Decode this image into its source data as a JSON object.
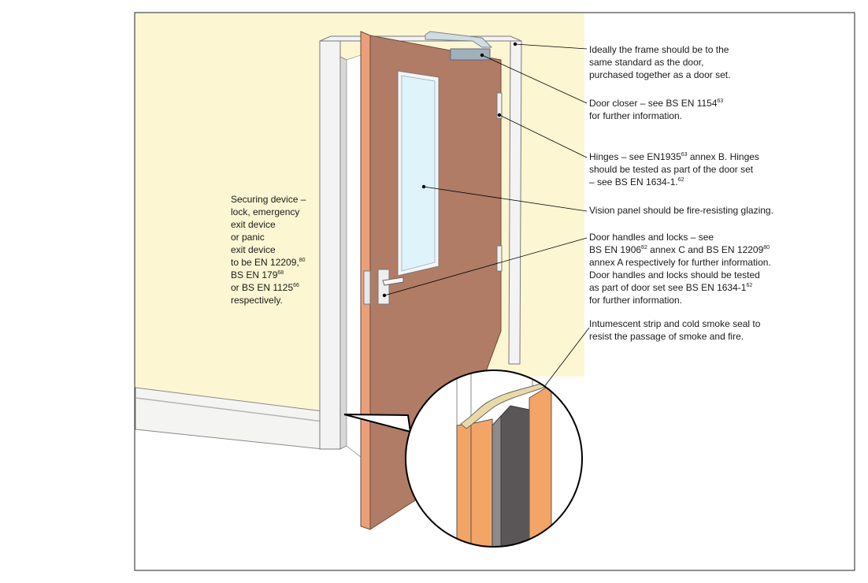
{
  "colors": {
    "wall": "#fdf6d2",
    "door": "#b07c66",
    "door_edge": "#f2a567",
    "frame": "#f3f3f3",
    "seal": "#5a5657",
    "glazing": "#dff3fb",
    "intumescent_strip": "#e8d9a6",
    "leader_line": "#000000"
  },
  "labels": {
    "frame": {
      "lines": [
        {
          "text": "Ideally the frame should be to the"
        },
        {
          "text": "same standard as the door,"
        },
        {
          "text": "purchased together as a door set."
        }
      ]
    },
    "closer": {
      "lines": [
        {
          "text": "Door closer – see BS EN 1154",
          "sup": "63"
        },
        {
          "text": "for further information."
        }
      ]
    },
    "hinges": {
      "lines": [
        {
          "text": "Hinges – see EN1935",
          "sup": "63",
          "tail": " annex B. Hinges"
        },
        {
          "text": "should be tested as part of the door set"
        },
        {
          "text": "– see BS EN 1634-1.",
          "sup": "62"
        }
      ]
    },
    "vision": {
      "lines": [
        {
          "text": "Vision panel should be fire-resisting glazing."
        }
      ]
    },
    "handles": {
      "lines": [
        {
          "text": "Door handles and locks – see"
        },
        {
          "text": "BS EN 1906",
          "sup": "82",
          "tail": " annex C and BS EN 12209",
          "sup2": "80"
        },
        {
          "text": "annex A respectively for further information."
        },
        {
          "text": "Door handles and locks should be tested"
        },
        {
          "text": "as part of door set see BS EN 1634-1",
          "sup": "62"
        },
        {
          "text": "for further information."
        }
      ]
    },
    "intumescent": {
      "lines": [
        {
          "text": "Intumescent strip and cold smoke seal to"
        },
        {
          "text": "resist the passage of smoke and fire."
        }
      ]
    },
    "securing": {
      "lines": [
        {
          "text": "Securing device –"
        },
        {
          "text": "lock, emergency"
        },
        {
          "text": "exit device"
        },
        {
          "text": "or panic"
        },
        {
          "text": "exit device"
        },
        {
          "text": "to be EN 12209,",
          "sup": "80"
        },
        {
          "text": "BS EN 179",
          "sup": "68"
        },
        {
          "text": "or BS EN 1125",
          "sup": "66"
        },
        {
          "text": "respectively."
        }
      ]
    }
  }
}
